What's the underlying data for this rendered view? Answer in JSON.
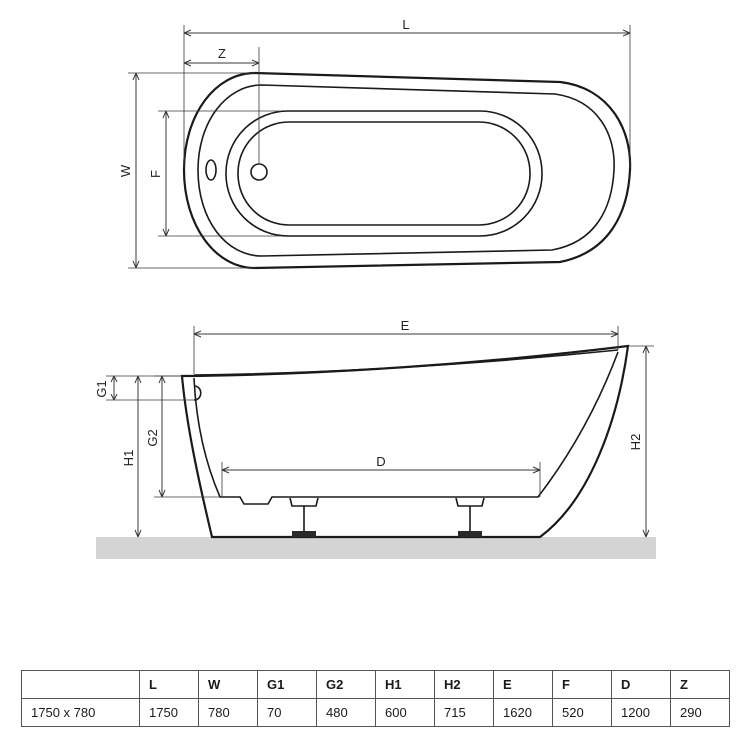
{
  "top_view": {
    "labels": {
      "L": "L",
      "Z": "Z",
      "W": "W",
      "F": "F"
    }
  },
  "side_view": {
    "labels": {
      "E": "E",
      "D": "D",
      "G1": "G1",
      "G2": "G2",
      "H1": "H1",
      "H2": "H2"
    }
  },
  "table": {
    "headers": [
      "",
      "L",
      "W",
      "G1",
      "G2",
      "H1",
      "H2",
      "E",
      "F",
      "D",
      "Z"
    ],
    "rows": [
      [
        "1750 x 780",
        "1750",
        "780",
        "70",
        "480",
        "600",
        "715",
        "1620",
        "520",
        "1200",
        "290"
      ]
    ]
  }
}
